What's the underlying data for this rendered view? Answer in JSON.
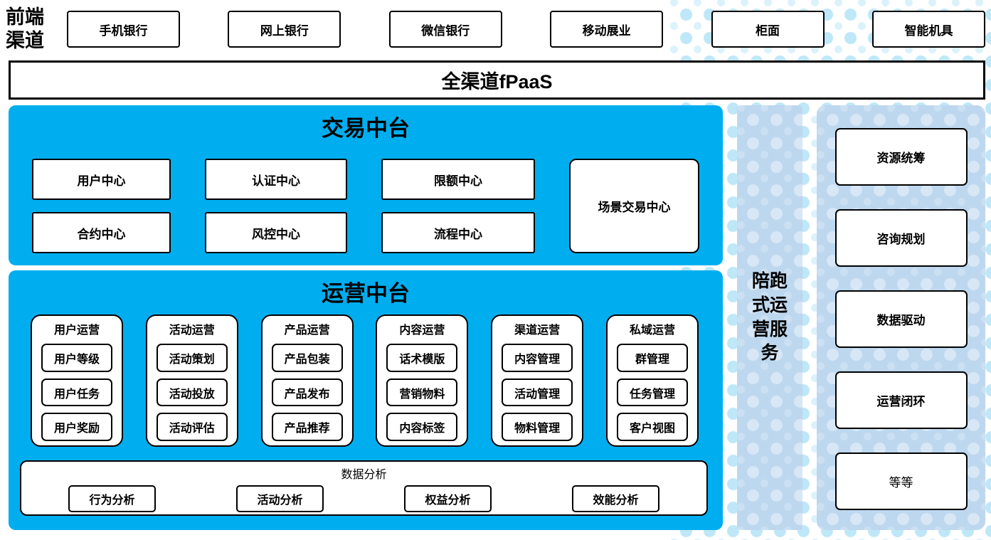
{
  "front_channels": {
    "label": "前端渠道",
    "items": [
      "手机银行",
      "网上银行",
      "微信银行",
      "移动展业",
      "柜面",
      "智能机具"
    ]
  },
  "fpaas": {
    "label": "全渠道fPaaS"
  },
  "trade_platform": {
    "title": "交易中台",
    "centers": [
      "用户中心",
      "认证中心",
      "限额中心",
      "合约中心",
      "风控中心",
      "流程中心"
    ],
    "scene_center": "场景交易中心"
  },
  "operation_platform": {
    "title": "运营中台",
    "groups": [
      {
        "title": "用户运营",
        "items": [
          "用户等级",
          "用户任务",
          "用户奖励"
        ]
      },
      {
        "title": "活动运营",
        "items": [
          "活动策划",
          "活动投放",
          "活动评估"
        ]
      },
      {
        "title": "产品运营",
        "items": [
          "产品包装",
          "产品发布",
          "产品推荐"
        ]
      },
      {
        "title": "内容运营",
        "items": [
          "话术模版",
          "营销物料",
          "内容标签"
        ]
      },
      {
        "title": "渠道运营",
        "items": [
          "内容管理",
          "活动管理",
          "物料管理"
        ]
      },
      {
        "title": "私域运营",
        "items": [
          "群管理",
          "任务管理",
          "客户视图"
        ]
      }
    ],
    "data_analysis": {
      "title": "数据分析",
      "items": [
        "行为分析",
        "活动分析",
        "权益分析",
        "效能分析"
      ]
    }
  },
  "side_bar": {
    "label": "陪跑式运营服务"
  },
  "service_panel": {
    "items": [
      "资源统筹",
      "咨询规划",
      "数据驱动",
      "运营闭环",
      "等等"
    ]
  },
  "colors": {
    "primary_blue": "#00AEEF",
    "light_blue": "#BDD7EE",
    "dot_blue": "#BEE7F8"
  }
}
